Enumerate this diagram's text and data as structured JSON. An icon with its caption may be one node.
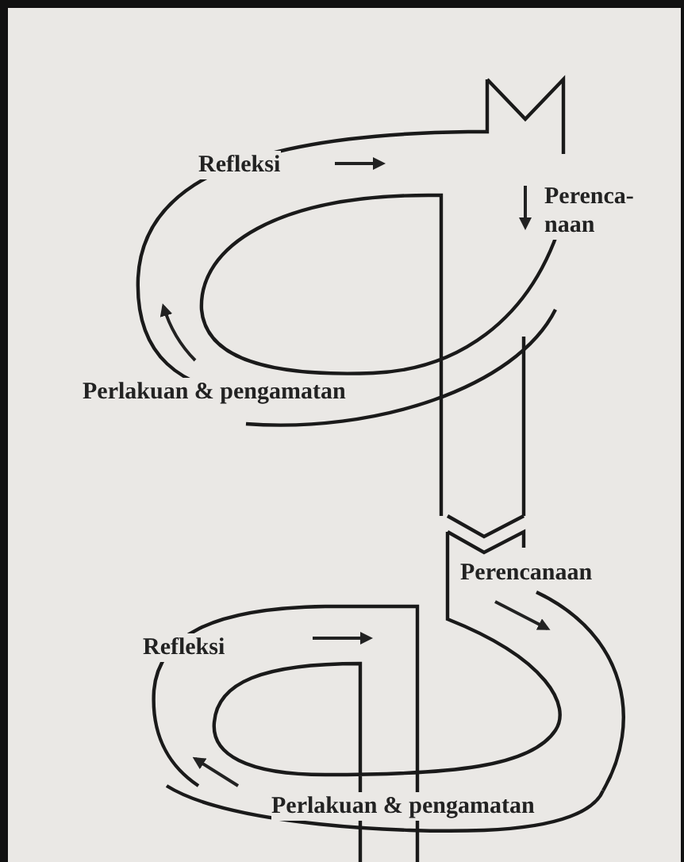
{
  "diagram": {
    "labels": [
      "Refleksi",
      "Perenca- naan",
      "Perlakuan & pengamatan",
      "Perencanaan",
      "Refleksi",
      "Perlakuan & pengamatan"
    ]
  }
}
